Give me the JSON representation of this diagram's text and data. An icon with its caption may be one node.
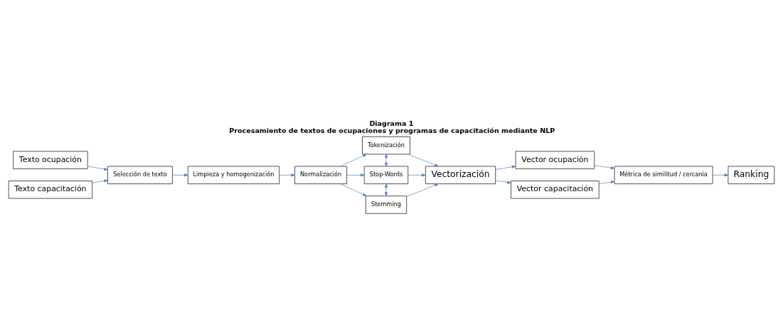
{
  "diagram": {
    "title": "Diagrama 1",
    "caption": "Procesamiento de textos de ocupaciones y programas de capacitación mediante NLP",
    "nodes": [
      {
        "text": [
          "Texto ocupación"
        ]
      },
      {
        "text": [
          "Texto capacitación"
        ]
      },
      {
        "text": [
          "Selección de texto"
        ]
      },
      {
        "text": [
          "Limpieza y homogenización"
        ]
      },
      {
        "text": [
          "Normalización"
        ]
      },
      {
        "text": [
          "Tokenización"
        ]
      },
      {
        "text": [
          "Stop-Words"
        ]
      },
      {
        "text": [
          "Stemming"
        ]
      },
      {
        "text": [
          "Vector ocupación"
        ]
      },
      {
        "text": [
          "Ranking"
        ]
      },
      {
        "text": [
          "Métrica de similitud / cercanía"
        ]
      },
      {
        "text": [
          "Vectorización"
        ]
      },
      {
        "text": [
          "Vector capacitación"
        ]
      }
    ],
    "edges": [
      {
        "from": 0,
        "to": 2,
        "arrow": "to"
      },
      {
        "from": 1,
        "to": 2,
        "arrow": "to"
      },
      {
        "from": 2,
        "to": 3,
        "arrow": "to"
      },
      {
        "from": 3,
        "to": 4,
        "arrow": "to"
      },
      {
        "from": 4,
        "to": 5,
        "arrow": "to"
      },
      {
        "from": 4,
        "to": 6,
        "arrow": "to"
      },
      {
        "from": 4,
        "to": 7,
        "arrow": "to"
      },
      {
        "from": 5,
        "to": 6,
        "arrow": "both"
      },
      {
        "from": 6,
        "to": 7,
        "arrow": "both"
      },
      {
        "from": 5,
        "to": 11,
        "arrow": "to"
      },
      {
        "from": 6,
        "to": 11,
        "arrow": "to"
      },
      {
        "from": 7,
        "to": 11,
        "arrow": "to"
      },
      {
        "from": 11,
        "to": 8,
        "arrow": "to"
      },
      {
        "from": 11,
        "to": 12,
        "arrow": "to"
      },
      {
        "from": 8,
        "to": 10,
        "arrow": "to"
      },
      {
        "from": 12,
        "to": 10,
        "arrow": "to"
      },
      {
        "from": 10,
        "to": 9,
        "arrow": "to"
      }
    ]
  }
}
